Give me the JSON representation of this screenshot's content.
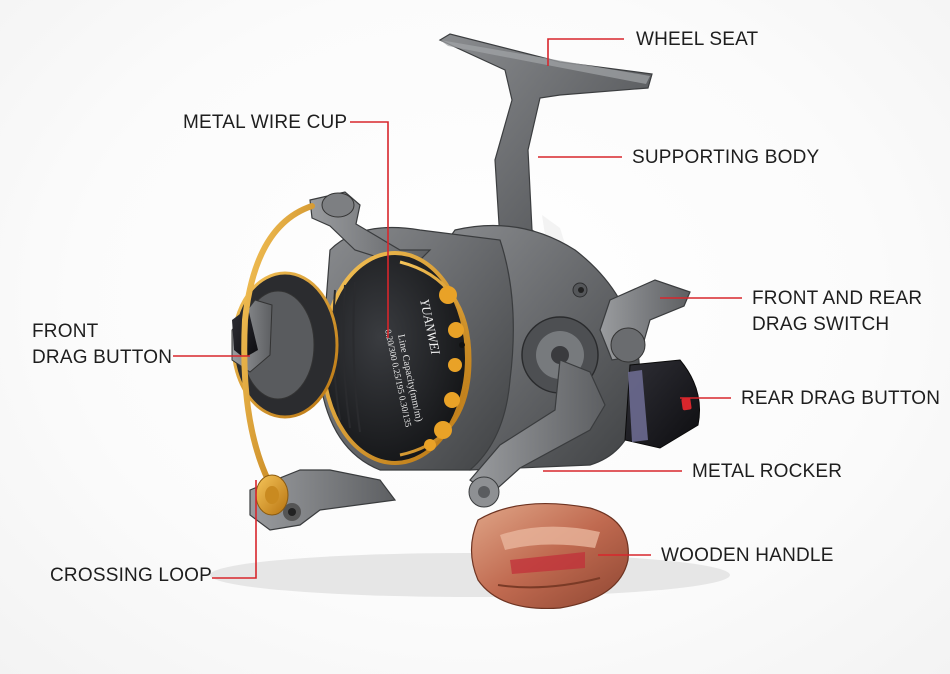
{
  "labels": {
    "wheel_seat": "WHEEL SEAT",
    "supporting_body": "SUPPORTING BODY",
    "metal_wire_cup": "METAL WIRE CUP",
    "front_rear_switch_line1": "FRONT AND REAR",
    "front_rear_switch_line2": "DRAG SWITCH",
    "front_drag_line1": "FRONT",
    "front_drag_line2": "DRAG BUTTON",
    "rear_drag_button": "REAR DRAG BUTTON",
    "metal_rocker": "METAL ROCKER",
    "wooden_handle": "WOODEN HANDLE",
    "crossing_loop": "CROSSING LOOP"
  },
  "spool_text": {
    "brand": "YUANWEI",
    "line1": "Line Capacity(mm/m)",
    "line2": "0.20/300  0.25/195  0.30/135"
  },
  "colors": {
    "leader_line": "#d8262c",
    "body_metal": "#6b6d70",
    "accent_gold": "#e2a12a",
    "spool_black": "#1b1c1f",
    "wood": "#c4705a"
  }
}
